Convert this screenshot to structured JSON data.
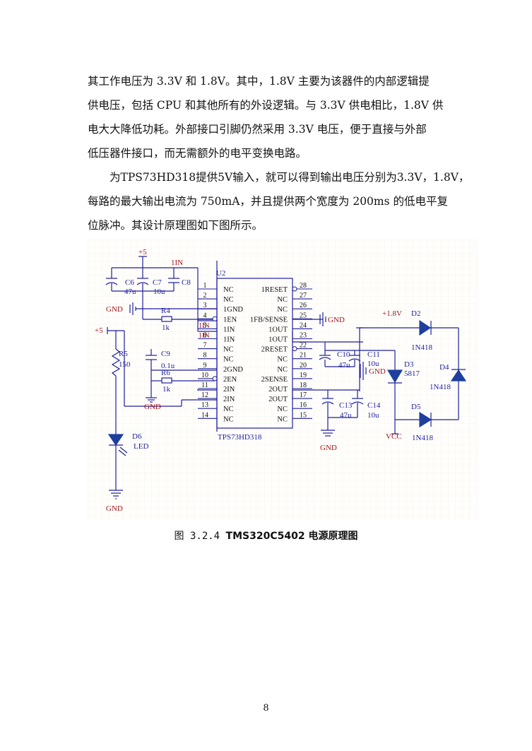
{
  "paragraph1": {
    "lines": [
      "其工作电压为  3.3V  和  1.8V。其中，1.8V  主要为该器件的内部逻辑提",
      "供电压，包括  CPU 和其他所有的外设逻辑。与  3.3V  供电相比，1.8V  供",
      "电大大降低功耗。外部接口引脚仍然采用  3.3V  电压，便于直接与外部",
      "低压器件接口，而无需额外的电平变换电路。"
    ]
  },
  "paragraph2": {
    "lines": [
      "为TPS73HD318提供5V输入，就可以得到输出电压分别为3.3V，1.8V，",
      "每路的最大输出电流为 750mA，并且提供两个宽度为 200ms 的低电平复",
      "位脉冲。其设计原理图如下图所示。"
    ]
  },
  "schematic": {
    "chip_ref": "U2",
    "chip_name": "TPS73HD318",
    "left_pins": [
      {
        "num": "1",
        "name": "NC"
      },
      {
        "num": "2",
        "name": "NC"
      },
      {
        "num": "3",
        "name": "1GND"
      },
      {
        "num": "4",
        "name": "1EN"
      },
      {
        "num": "5",
        "name": "1IN"
      },
      {
        "num": "6",
        "name": "1IN"
      },
      {
        "num": "7",
        "name": "NC"
      },
      {
        "num": "8",
        "name": "NC"
      },
      {
        "num": "9",
        "name": "2GND"
      },
      {
        "num": "10",
        "name": "2EN"
      },
      {
        "num": "11",
        "name": "2IN"
      },
      {
        "num": "12",
        "name": "2IN"
      },
      {
        "num": "13",
        "name": "NC"
      },
      {
        "num": "14",
        "name": "NC"
      }
    ],
    "right_pins": [
      {
        "num": "28",
        "name": "1RESET"
      },
      {
        "num": "27",
        "name": "NC"
      },
      {
        "num": "26",
        "name": "NC"
      },
      {
        "num": "25",
        "name": "1FB/SENSE"
      },
      {
        "num": "24",
        "name": "1OUT"
      },
      {
        "num": "23",
        "name": "1OUT"
      },
      {
        "num": "22",
        "name": "2RESET"
      },
      {
        "num": "21",
        "name": "NC"
      },
      {
        "num": "20",
        "name": "NC"
      },
      {
        "num": "19",
        "name": "2SENSE"
      },
      {
        "num": "18",
        "name": "2OUT"
      },
      {
        "num": "17",
        "name": "2OUT"
      },
      {
        "num": "16",
        "name": "NC"
      },
      {
        "num": "15",
        "name": "NC"
      }
    ],
    "labels": {
      "plus5_top": "+5",
      "oneIN_top": "1IN",
      "c6": "C6",
      "c6v": "47u",
      "c7": "C7",
      "c7v": "10u",
      "c8": "C8",
      "gnd1": "GND",
      "r4": "R4",
      "r4v": "1k",
      "plus5_left": "+5",
      "r5": "R5",
      "r5v": "150",
      "c9": "C9",
      "c9v": "0.1u",
      "r6": "R6",
      "r6v": "1k",
      "gnd2": "GND",
      "d6": "D6",
      "led": "LED",
      "gnd3": "GND",
      "net1in_a": "1IN",
      "net1in_b": "1IN",
      "gnd4": "GND",
      "plus18": "+1.8V",
      "d2": "D2",
      "d2v": "1N418",
      "c10": "C10",
      "c10v": "47u",
      "c11": "C11",
      "c11v": "10u",
      "gnd5": "GND",
      "d3": "D3",
      "d3v": "5817",
      "d4": "D4",
      "d4v": "1N418",
      "c13": "C13",
      "c13v": "47u",
      "c14": "C14",
      "c14v": "10u",
      "gnd6": "GND",
      "vcc": "VCC",
      "d5": "D5",
      "d5v": "1N418"
    }
  },
  "caption": {
    "prefix": "图 3.2.4 ",
    "title": "TMS320C5402 电源原理图"
  },
  "page_number": "8",
  "colors": {
    "wire": "#1f1f9e",
    "part_text": "#1f1f9e",
    "red_text": "#a01818",
    "grid": "#e4e4ec",
    "diode": "#1f3f9e"
  }
}
